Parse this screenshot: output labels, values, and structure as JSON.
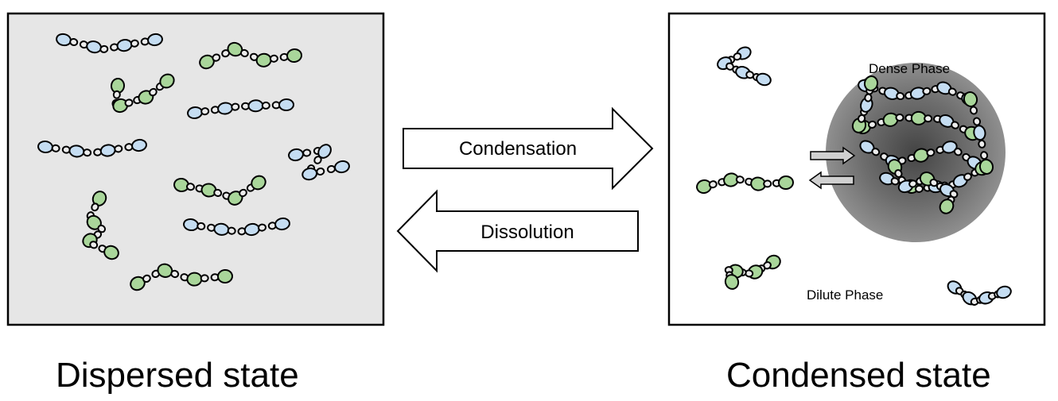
{
  "dispersed_panel": {
    "caption": "Dispersed state",
    "background": "#e6e6e6"
  },
  "condensed_panel": {
    "caption": "Condensed state",
    "background": "#ffffff",
    "dense_label": "Dense Phase",
    "dilute_label": "Dilute Phase"
  },
  "arrows": {
    "forward_label": "Condensation",
    "reverse_label": "Dissolution"
  },
  "colors": {
    "blue_bead": "#c5ddf2",
    "green_bead": "#a9d69a",
    "linker_bead": "#ececec",
    "outline": "#000000",
    "droplet_core": "#444444",
    "droplet_edge": "#8f8f8f",
    "exchange_arrow": "#d0d0d0"
  },
  "legend_icons": [
    "blue-sticker-bead",
    "green-sticker-bead",
    "white-linker-bead"
  ]
}
